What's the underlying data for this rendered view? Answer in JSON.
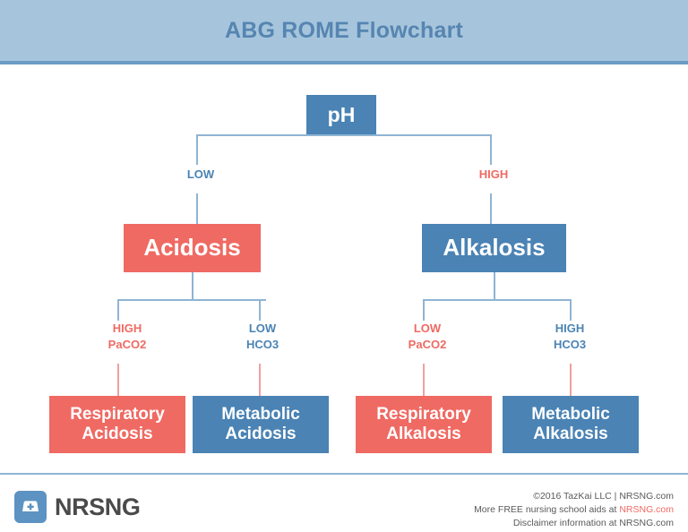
{
  "header": {
    "title": "ABG ROME Flowchart",
    "bg_color": "#a6c5dd",
    "text_color": "#5685b0",
    "rule_color": "#6b9cc4"
  },
  "colors": {
    "blue_node": "#4a83b4",
    "red_node": "#ef6a63",
    "blue_line": "#8fb4d3",
    "red_line": "#efa0a0",
    "node_text": "#ffffff"
  },
  "flowchart": {
    "type": "decision-tree",
    "root": {
      "label": "pH",
      "color": "#4a83b4"
    },
    "level1": [
      {
        "edge_label": "LOW",
        "edge_color": "#4a83b4",
        "label": "Acidosis",
        "color": "#ef6a63"
      },
      {
        "edge_label": "HIGH",
        "edge_color": "#ef6a63",
        "label": "Alkalosis",
        "color": "#4a83b4"
      }
    ],
    "level2": [
      {
        "edge_label_line1": "HIGH",
        "edge_label_line2": "PaCO2",
        "edge_color": "#ef6a63",
        "result_line1": "Respiratory",
        "result_line2": "Acidosis",
        "color": "#ef6a63"
      },
      {
        "edge_label_line1": "LOW",
        "edge_label_line2": "HCO3",
        "edge_color": "#4a83b4",
        "result_line1": "Metabolic",
        "result_line2": "Acidosis",
        "color": "#4a83b4"
      },
      {
        "edge_label_line1": "LOW",
        "edge_label_line2": "PaCO2",
        "edge_color": "#ef6a63",
        "result_line1": "Respiratory",
        "result_line2": "Alkalosis",
        "color": "#ef6a63"
      },
      {
        "edge_label_line1": "HIGH",
        "edge_label_line2": "HCO3",
        "edge_color": "#4a83b4",
        "result_line1": "Metabolic",
        "result_line2": "Alkalosis",
        "color": "#4a83b4"
      }
    ]
  },
  "footer": {
    "logo_name": "NRSNG",
    "logo_icon": "nurse-cap-icon",
    "copyright": "©2016 TazKai LLC | NRSNG.com",
    "promo_prefix": "More FREE nursing school aids at ",
    "promo_link": "NRSNG.com",
    "disclaimer": "Disclaimer information at NRSNG.com"
  }
}
